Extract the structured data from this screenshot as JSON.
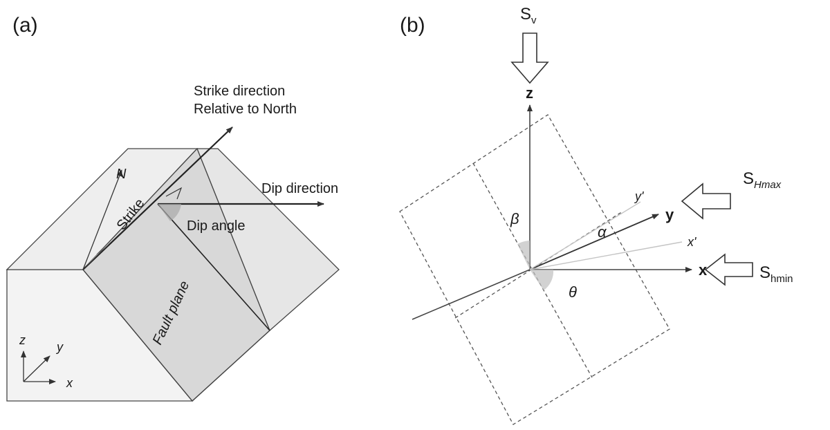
{
  "panel_a": {
    "label": "(a)",
    "strike_direction_line1": "Strike direction",
    "strike_direction_line2": "Relative to North",
    "dip_direction": "Dip direction",
    "dip_angle": "Dip angle",
    "strike": "Strike",
    "north": "N",
    "fault_plane": "Fault plane",
    "axis_z": "z",
    "axis_y": "y",
    "axis_x": "x"
  },
  "panel_b": {
    "label": "(b)",
    "sv": "S",
    "sv_sub": "v",
    "shmax": "S",
    "shmax_sub": "Hmax",
    "shmin": "S",
    "shmin_sub": "hmin",
    "axis_z": "z",
    "axis_y": "y",
    "axis_x": "x",
    "axis_y_prime": "y'",
    "axis_x_prime": "x'",
    "beta": "β",
    "alpha": "α",
    "theta": "θ"
  },
  "colors": {
    "line": "#333333",
    "face_light": "#efefef",
    "face_mid": "#e2e2e2",
    "fault_gray": "#d9d9d9",
    "faint_line": "#bdbdbd"
  }
}
